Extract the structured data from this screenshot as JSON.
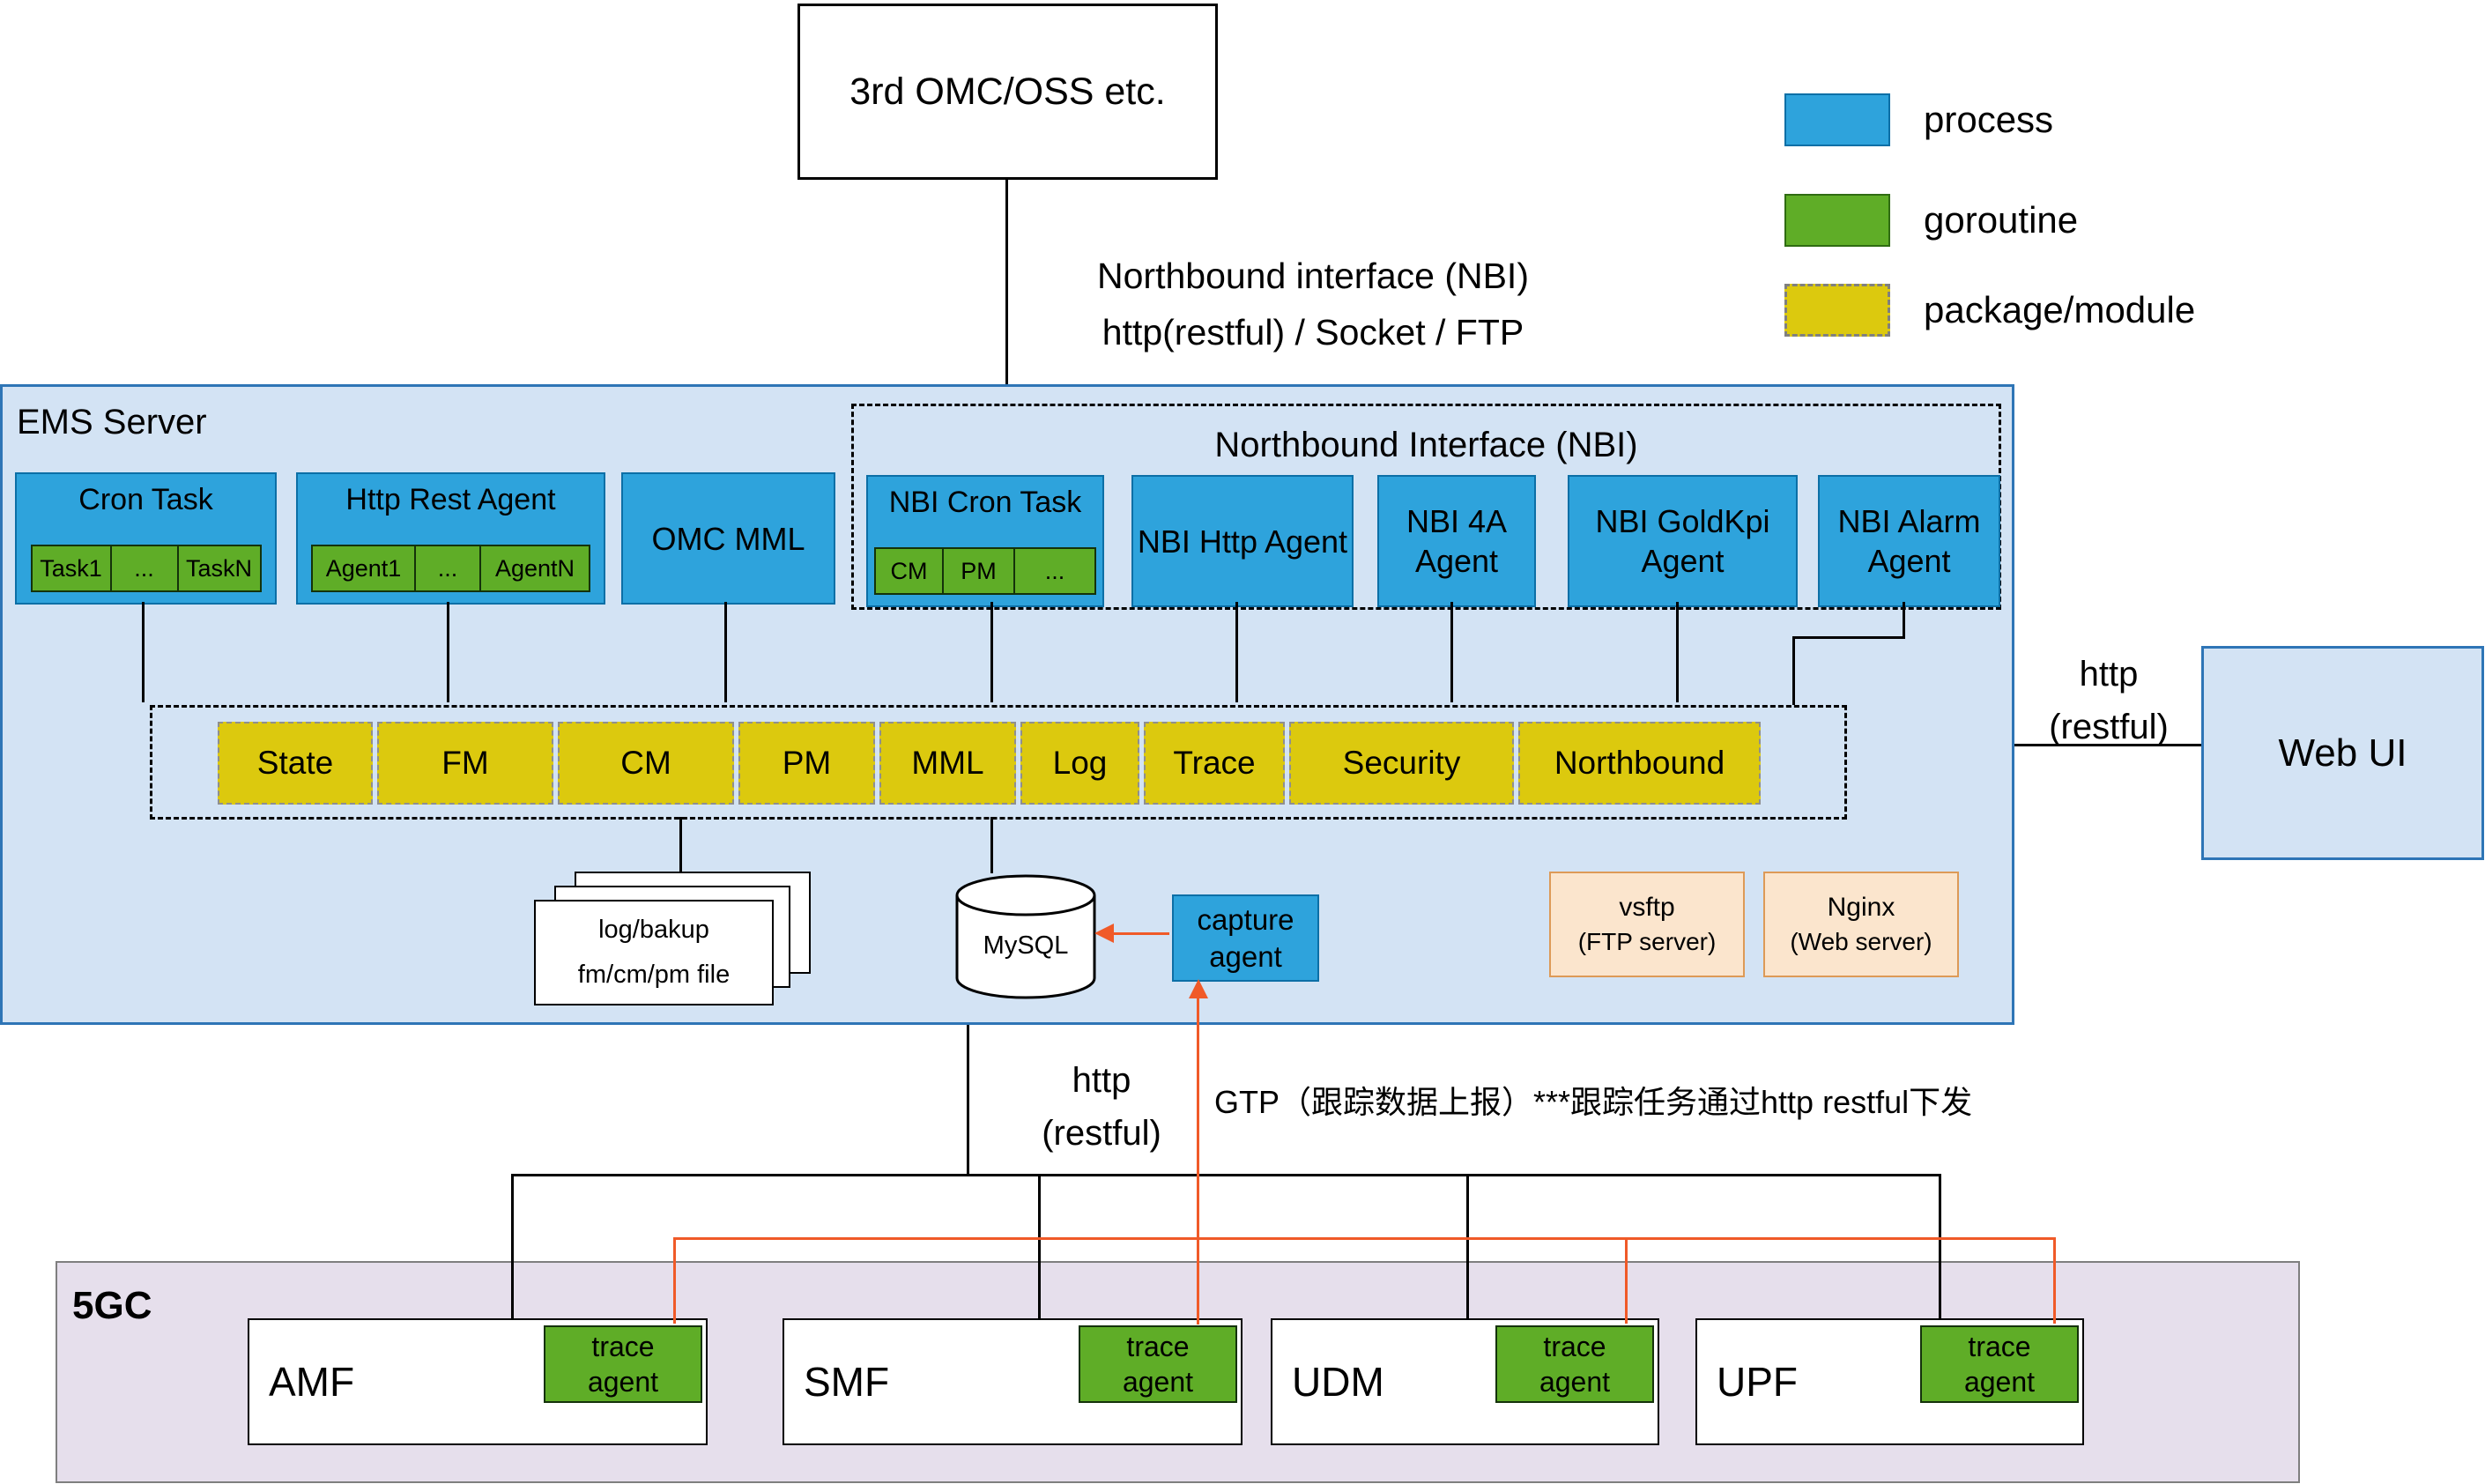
{
  "top": {
    "omc_oss": "3rd OMC/OSS etc.",
    "nbi_link_line1": "Northbound interface (NBI)",
    "nbi_link_line2": "http(restful) / Socket / FTP"
  },
  "legend": {
    "process": "process",
    "goroutine": "goroutine",
    "package": "package/module"
  },
  "ems": {
    "title": "EMS Server",
    "cron_task": {
      "label": "Cron Task",
      "tasks": [
        "Task1",
        "...",
        "TaskN"
      ]
    },
    "http_rest_agent": {
      "label": "Http Rest Agent",
      "agents": [
        "Agent1",
        "...",
        "AgentN"
      ]
    },
    "omc_mml": "OMC MML",
    "nbi": {
      "title": "Northbound Interface (NBI)",
      "cron_task": {
        "label": "NBI Cron Task",
        "tasks": [
          "CM",
          "PM",
          "..."
        ]
      },
      "http_agent": "NBI Http Agent",
      "foura_agent": "NBI 4A Agent",
      "goldkpi_agent": "NBI GoldKpi Agent",
      "alarm_agent": "NBI Alarm Agent"
    },
    "modules": [
      "State",
      "FM",
      "CM",
      "PM",
      "MML",
      "Log",
      "Trace",
      "Security",
      "Northbound"
    ],
    "file_store": {
      "line1": "log/bakup",
      "line2": "fm/cm/pm file"
    },
    "mysql": "MySQL",
    "capture_agent": "capture agent",
    "vsftp": {
      "line1": "vsftp",
      "line2": "(FTP server)"
    },
    "nginx": {
      "line1": "Nginx",
      "line2": "(Web server)"
    }
  },
  "right": {
    "http_line1": "http",
    "http_line2": "(restful)",
    "web_ui": "Web UI"
  },
  "south": {
    "http_line1": "http",
    "http_line2": "(restful)",
    "gtp_label": "GTP（跟踪数据上报）***跟踪任务通过http restful下发"
  },
  "fgc": {
    "title": "5GC",
    "nodes": [
      {
        "name": "AMF",
        "agent": "trace agent"
      },
      {
        "name": "SMF",
        "agent": "trace agent"
      },
      {
        "name": "UDM",
        "agent": "trace agent"
      },
      {
        "name": "UPF",
        "agent": "trace agent"
      }
    ]
  },
  "colors": {
    "process_blue": "#2EA3DC",
    "goroutine_green": "#5FAD27",
    "package_yellow": "#DCC90E",
    "ems_fill": "#D3E3F4",
    "ems_border": "#2E75B6",
    "fgc_fill": "#E6DFEC",
    "tan_fill": "#FBE5CD",
    "tan_border": "#DD9A57",
    "orange_line": "#F05A28"
  }
}
